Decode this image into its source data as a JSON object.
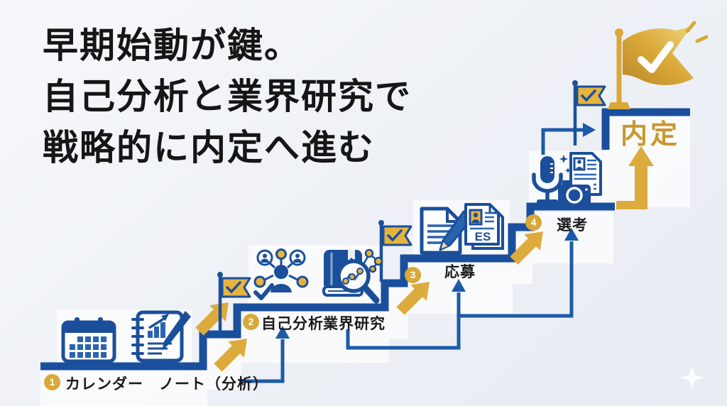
{
  "title": {
    "line1": "早期始動が鍵。",
    "line2": "自己分析と業界研究で",
    "line3": "戦略的に内定へ進む"
  },
  "steps": [
    {
      "number": "1",
      "label": "カレンダー　ノート（分析）",
      "icons": [
        "calendar-icon",
        "notebook-pen-icon"
      ]
    },
    {
      "number": "2",
      "label": "自己分析",
      "sublabel": "業界研究",
      "icons": [
        "people-network-icon",
        "book-magnifier-icon",
        "milestone-flag-icon"
      ]
    },
    {
      "number": "3",
      "label": "応募",
      "icon_text": "ES",
      "icons": [
        "document-pencil-icon",
        "entry-sheet-icon",
        "milestone-flag-icon"
      ]
    },
    {
      "number": "4",
      "label": "選考",
      "icons": [
        "microphone-icon",
        "camera-icon",
        "photo-document-icon",
        "milestone-flag-icon"
      ]
    }
  ],
  "goal": {
    "label": "内定",
    "icon": "goal-flag-icon"
  },
  "colors": {
    "stair_blue": "#1a4f9e",
    "icon_navy": "#1b4f9b",
    "accent_blue": "#2a64b0",
    "connector_blue": "#1d5aa8",
    "gold": "#dcab3c",
    "badge_gold": "#d9a838",
    "goal_text_gold": "#c8992f",
    "background": "#eef1f6",
    "title_text": "#161616"
  }
}
